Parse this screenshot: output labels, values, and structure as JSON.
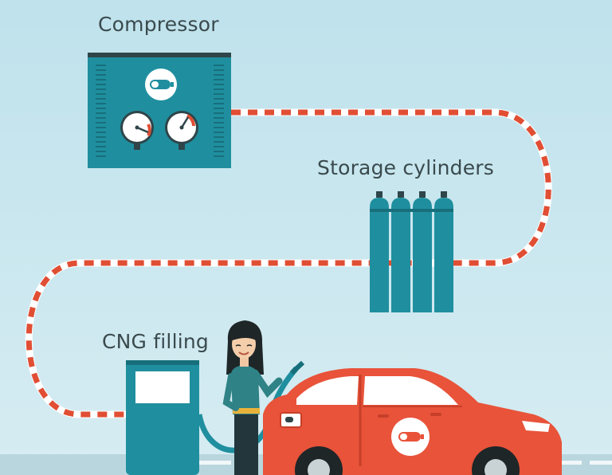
{
  "labels": {
    "compressor": "Compressor",
    "storage": "Storage cylinders",
    "cng": "CNG filling"
  },
  "colors": {
    "sky_top": "#bfe2ec",
    "sky_bottom": "#d5ebf1",
    "teal": "#1f8f9f",
    "teal_dark": "#176f7b",
    "pipe_dash": "#e04e34",
    "pipe_fill": "#ffffff",
    "car": "#e8533a",
    "car_dark": "#c73f29",
    "text": "#3a4a4d"
  },
  "icons": {
    "compressor": "gauge-panel-icon",
    "storage": "gas-cylinders-icon",
    "pump": "fuel-pump-icon",
    "car": "car-icon",
    "person": "person-icon",
    "tank": "gas-tank-badge-icon"
  }
}
